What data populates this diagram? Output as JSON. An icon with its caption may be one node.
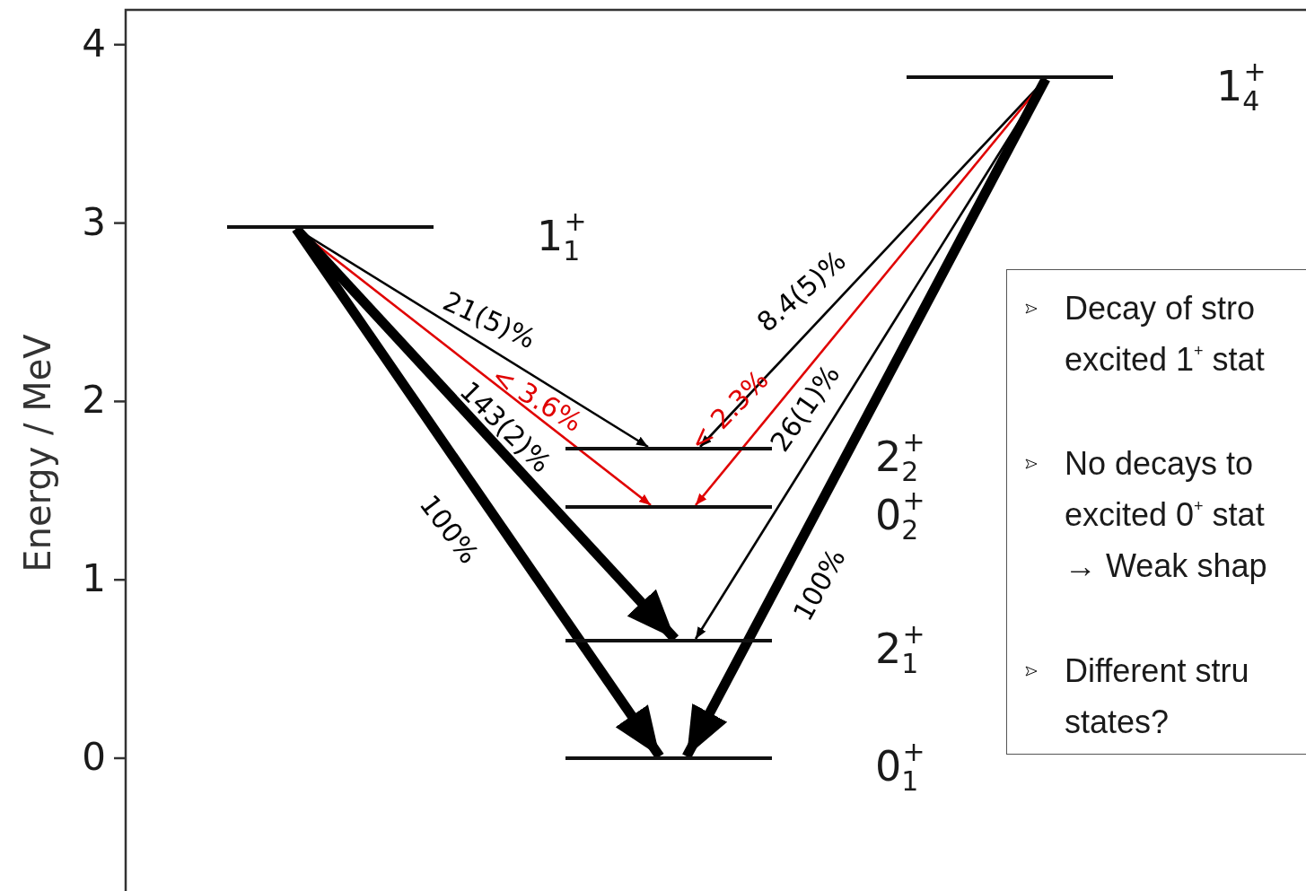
{
  "diagram": {
    "nodes": [
      {
        "text": [],
        "shape": "bar",
        "beside": [
          "1$_{1}$$^{+}$"
        ]
      },
      {
        "text": [],
        "shape": "bar",
        "beside": [
          "1$_{4}$$^{+}$"
        ]
      },
      {
        "text": [],
        "shape": "bar",
        "beside": [
          "2$_{2}$$^{+}$"
        ]
      },
      {
        "text": [],
        "shape": "bar",
        "beside": [
          "0$_{2}$$^{+}$"
        ]
      },
      {
        "text": [],
        "shape": "bar",
        "beside": [
          "2$_{1}$$^{+}$"
        ]
      },
      {
        "text": [],
        "shape": "bar",
        "beside": [
          "0$_{1}$$^{+}$"
        ]
      },
      {
        "text": [
          "Decay of stro excited 1$^{+}$ stat",
          "No decays to excited 0$^{+}$ stat → Weak shap",
          "Different stru states?"
        ]
      }
    ],
    "edges": [
      {
        "from": 0,
        "to": 2,
        "arrow": "to",
        "label": "21(5)%"
      },
      {
        "from": 0,
        "to": 3,
        "arrow": "to",
        "label": "< 3.6%",
        "color": "#e00000"
      },
      {
        "from": 0,
        "to": 4,
        "arrow": "to",
        "label": "143(2)%",
        "style": "thick"
      },
      {
        "from": 0,
        "to": 5,
        "arrow": "to",
        "label": "100%",
        "style": "thick"
      },
      {
        "from": 1,
        "to": 2,
        "arrow": "to",
        "label": "8.4(5)%"
      },
      {
        "from": 1,
        "to": 3,
        "arrow": "to",
        "label": "< 2.3%",
        "color": "#e00000"
      },
      {
        "from": 1,
        "to": 4,
        "arrow": "to",
        "label": "26(1)%"
      },
      {
        "from": 1,
        "to": 5,
        "arrow": "to",
        "label": "100%",
        "style": "thick"
      }
    ],
    "labels": [
      "4",
      "3",
      "2",
      "1",
      "0",
      "Energy / MeV"
    ]
  }
}
